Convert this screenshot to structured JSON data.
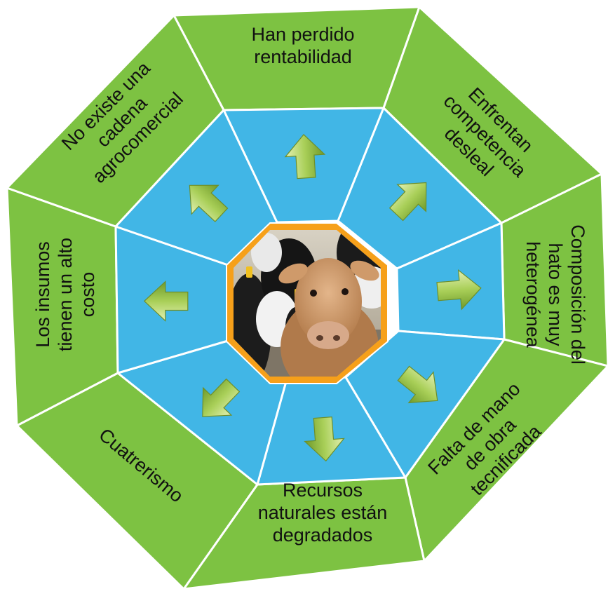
{
  "diagram": {
    "center_image": {
      "icon": "cattle-photo",
      "description": ""
    },
    "segments": [
      {
        "lines": [
          "Han perdido",
          "rentabilidad"
        ]
      },
      {
        "lines": [
          "Enfrentan",
          "competencia",
          "desleal"
        ]
      },
      {
        "lines": [
          "Composición del",
          "hato es muy",
          "heterogénea"
        ]
      },
      {
        "lines": [
          "Falta de mano",
          "de obra",
          "tecnificada"
        ]
      },
      {
        "lines": [
          "Recursos",
          "naturales están",
          "degradados"
        ]
      },
      {
        "lines": [
          "Cuatrerismo"
        ]
      },
      {
        "lines": [
          "Los insumos",
          "tienen un alto",
          "costo"
        ]
      },
      {
        "lines": [
          "No existe una",
          "cadena",
          "agrocomercial"
        ]
      }
    ],
    "colors": {
      "outer_green": "#7dc242",
      "inner_blue": "#41b6e6",
      "center_frame": "#f6a01a",
      "arrow_green": "#b4d66a"
    }
  }
}
